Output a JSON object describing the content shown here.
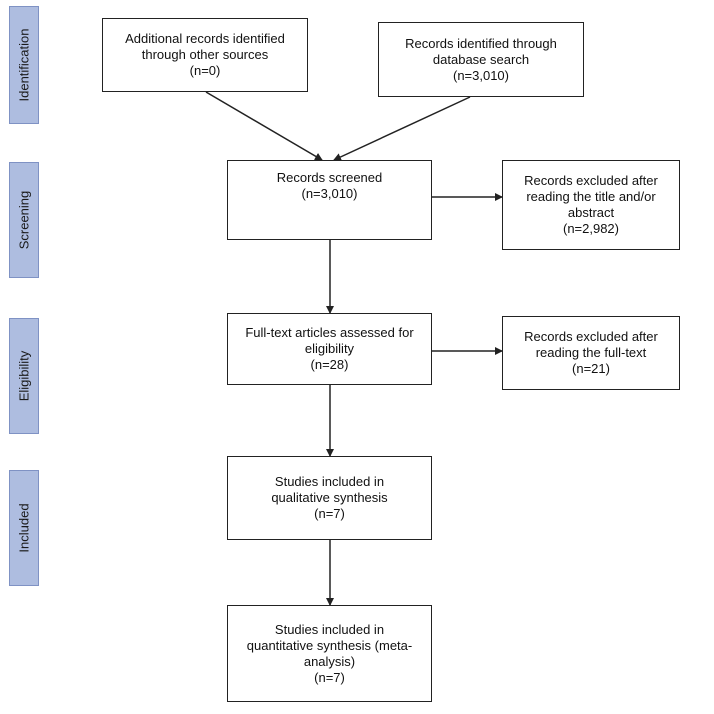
{
  "phases": {
    "identification": "Identification",
    "screening": "Screening",
    "eligibility": "Eligibility",
    "included": "Included"
  },
  "boxes": {
    "additional_records": [
      "Additional records identified",
      "through other sources",
      "(n=0)"
    ],
    "database_records": [
      "Records identified through",
      "database search",
      "(n=3,010)"
    ],
    "records_screened": [
      "Records screened",
      "(n=3,010)"
    ],
    "excluded_title_abstract": [
      "Records excluded after",
      "reading the title and/or",
      "abstract",
      "(n=2,982)"
    ],
    "fulltext_assessed": [
      "Full-text articles assessed for",
      "eligibility",
      "(n=28)"
    ],
    "excluded_fulltext": [
      "Records excluded after",
      "reading the full-text",
      "(n=21)"
    ],
    "qualitative": [
      "Studies included in",
      "qualitative synthesis",
      "(n=7)"
    ],
    "quantitative": [
      "Studies included in",
      "quantitative synthesis (meta-",
      "analysis)",
      "(n=7)"
    ]
  }
}
